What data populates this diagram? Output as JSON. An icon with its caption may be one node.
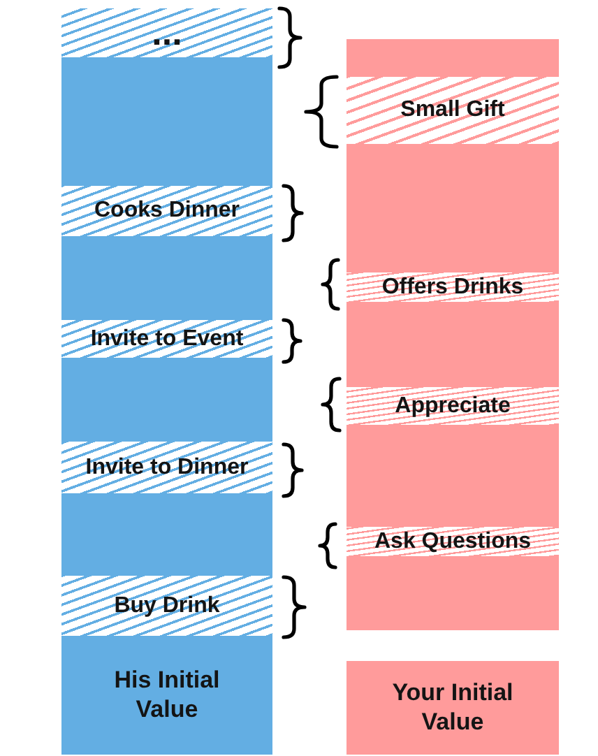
{
  "diagram": {
    "nodes": [
      {
        "text": [
          "..."
        ]
      },
      {
        "text": [],
        "shape": "box"
      },
      {
        "text": [
          "Cooks Dinner"
        ]
      },
      {
        "text": [],
        "shape": "box"
      },
      {
        "text": [
          "Invite to Event"
        ]
      },
      {
        "text": [],
        "shape": "box"
      },
      {
        "text": [
          "Invite to Dinner"
        ]
      },
      {
        "text": [],
        "shape": "box"
      },
      {
        "text": [
          "Buy Drink"
        ]
      },
      {
        "text": [
          "His Initial Value"
        ]
      },
      {
        "text": [],
        "shape": "box"
      },
      {
        "text": [
          "Small Gift"
        ]
      },
      {
        "text": [],
        "shape": "box"
      },
      {
        "text": [
          "Offers Drinks"
        ]
      },
      {
        "text": [],
        "shape": "box"
      },
      {
        "text": [
          "Appreciate"
        ]
      },
      {
        "text": [],
        "shape": "box"
      },
      {
        "text": [
          "Ask Questions"
        ]
      },
      {
        "text": [],
        "shape": "box"
      },
      {
        "text": [
          "Your Initial Value"
        ]
      }
    ]
  }
}
